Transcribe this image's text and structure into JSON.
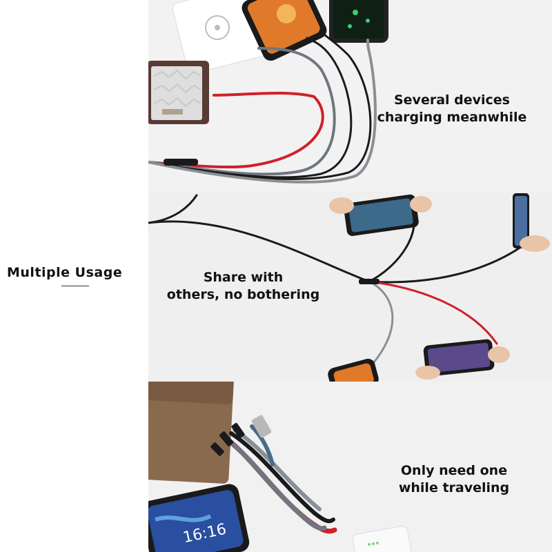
{
  "side_title": "Multiple Usage",
  "captions": {
    "several_devices": [
      "Several devices",
      "charging meanwhile"
    ],
    "share": [
      "Share with",
      "others, no bothering"
    ],
    "travel": [
      "Only need one",
      "while traveling"
    ]
  },
  "phone_clock": "16:16",
  "colors": {
    "cable_red": "#d0202a",
    "cable_black": "#1a1a1a",
    "cable_gray": "#6f7680",
    "wallet_brown": "#8a6a4f"
  }
}
